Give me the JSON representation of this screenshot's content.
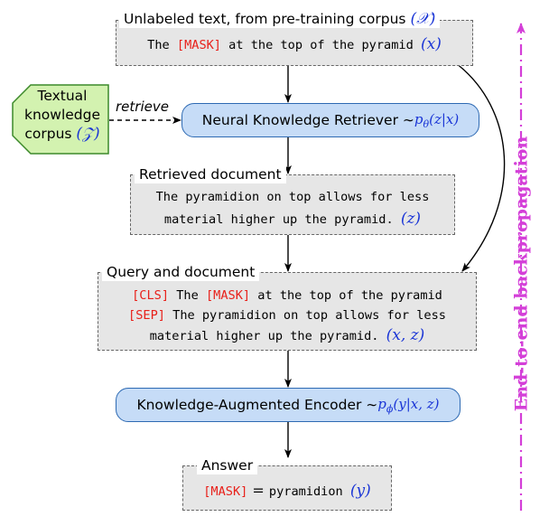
{
  "pretraining": {
    "legend": "Unlabeled text, from pre-training corpus",
    "legend_var": "(𝒳)",
    "text_a": "The ",
    "mask": "[MASK]",
    "text_b": " at the top of the pyramid ",
    "var": "(x)"
  },
  "corpus": {
    "line1": "Textual",
    "line2": "knowledge",
    "line3": "corpus ",
    "var": "(𝒵)"
  },
  "retrieve_label": "retrieve",
  "retriever": {
    "label": "Neural Knowledge Retriever ∼ ",
    "p": "p",
    "sub": "θ",
    "args": "(z|x)"
  },
  "retrieved": {
    "legend": "Retrieved document",
    "line1": "The pyramidion on top allows for less",
    "line2": "material higher up the pyramid. ",
    "var": "(z)"
  },
  "query": {
    "legend": "Query and document",
    "cls": "[CLS]",
    "line1_a": " The ",
    "mask": "[MASK]",
    "line1_b": " at the top of the pyramid",
    "sep": "[SEP]",
    "line2": " The pyramidion on top allows for less",
    "line3": "material higher up the pyramid. ",
    "var": "(x, z)"
  },
  "encoder": {
    "label": "Knowledge-Augmented Encoder ∼ ",
    "p": "p",
    "sub": "ϕ",
    "args": "(y|x, z)"
  },
  "answer": {
    "legend": "Answer",
    "mask": "[MASK]",
    "eq": " = ",
    "value": "pyramidion",
    "var": "(y)"
  },
  "backprop_label": "End-to-end backpropagation",
  "colors": {
    "mask_red": "#e8201a",
    "math_blue": "#1a35d6",
    "backprop_magenta": "#d43fd8",
    "box_blue": "#c6dcf7",
    "corpus_green": "#d3f2b0"
  }
}
